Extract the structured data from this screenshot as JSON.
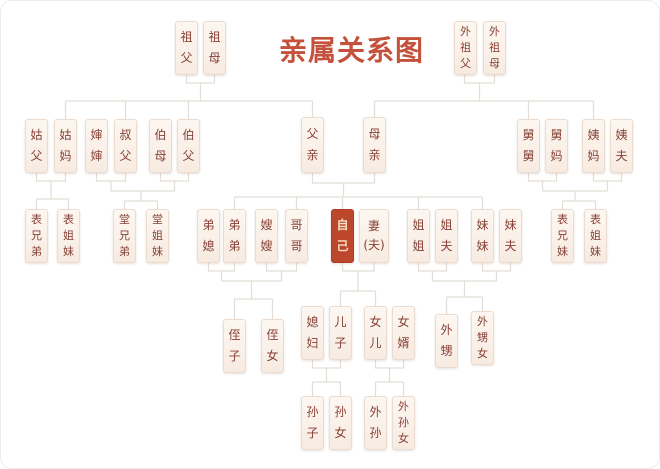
{
  "title": "亲属关系图",
  "colors": {
    "title_red": "#c4513b",
    "self_box_bg": "#bc472b",
    "self_box_text": "#f7ddc3",
    "box_bg": "#faf2ea",
    "box_border": "#ecdccf",
    "box_text": "#874036",
    "connector_line": "#e3ddd7"
  },
  "nodes": {
    "zufu": "祖父",
    "zumu": "祖母",
    "waizufu": "外祖父",
    "waizumu": "外祖母",
    "gufu": "姑父",
    "guma": "姑妈",
    "shenshen": "婶婶",
    "shufu": "叔父",
    "bomu": "伯母",
    "bofu": "伯父",
    "fuqin": "父亲",
    "muqin": "母亲",
    "jiujiu": "舅舅",
    "jiuma": "舅妈",
    "yima": "姨妈",
    "yifu": "姨夫",
    "biaoxiongdi_left": "表兄弟",
    "biaojiemei_left": "表姐妹",
    "tangxiongdi": "堂兄弟",
    "tangjiemei": "堂姐妹",
    "dixi": "弟媳",
    "didi": "弟弟",
    "saosao": "嫂嫂",
    "gege": "哥哥",
    "ziji": "自己",
    "qifu": "妻\n(夫)",
    "jiejie": "姐姐",
    "jiefu": "姐夫",
    "meimei": "妹妹",
    "meifu": "妹夫",
    "biaoxiongmei_right": "表兄妹",
    "biaojiemei_right": "表姐妹",
    "zhizi": "侄子",
    "zhinv": "侄女",
    "xifu": "媳妇",
    "erzi": "儿子",
    "nver": "女儿",
    "nvxu": "女婿",
    "waisheng": "外甥",
    "waishengnv": "外甥女",
    "sunzi": "孙子",
    "sunnv": "孙女",
    "waisun": "外孙",
    "waisunnv": "外孙女"
  }
}
